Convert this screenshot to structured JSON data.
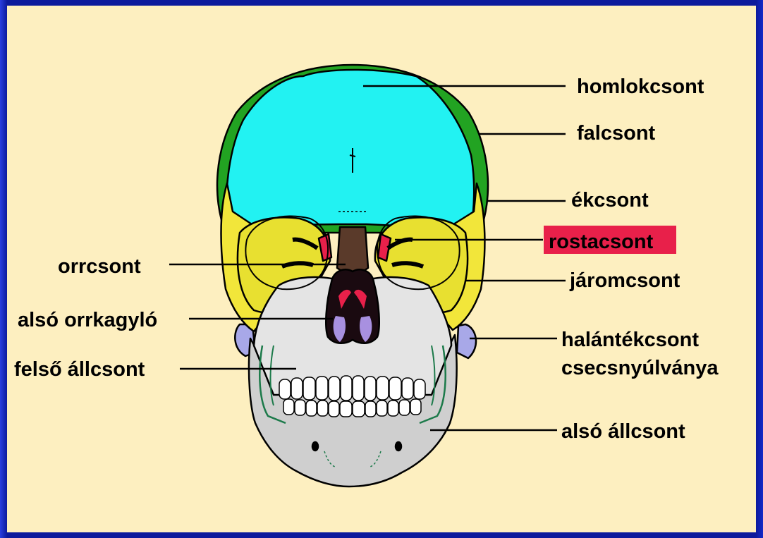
{
  "labels": {
    "homlokcsont": "homlokcsont",
    "falcsont": "falcsont",
    "ekcsont": "ékcsont",
    "rostacsont": "rostacsont",
    "jaromcsont": "járomcsont",
    "halantekcsont_1": "halántékcsont",
    "halantekcsont_2": "csecsnyúlványa",
    "also_allcsont": "alsó állcsont",
    "orrcsont": "orrcsont",
    "also_orrkagylo": "alsó orrkagyló",
    "felso_allcsont": "felső állcsont"
  },
  "colors": {
    "background": "#fdefc0",
    "border": "#0c1a9c",
    "frontal": "#22f2f2",
    "parietal": "#22a322",
    "sphenoid": "#f2e63a",
    "zygomatic": "#e8e030",
    "maxilla": "#dcdcdc",
    "mandible": "#cfcfcf",
    "nasal": "#5a3a2a",
    "mastoid": "#a8a8e8",
    "ethmoid_highlight": "#e8204a",
    "concha": "#a890e0"
  }
}
